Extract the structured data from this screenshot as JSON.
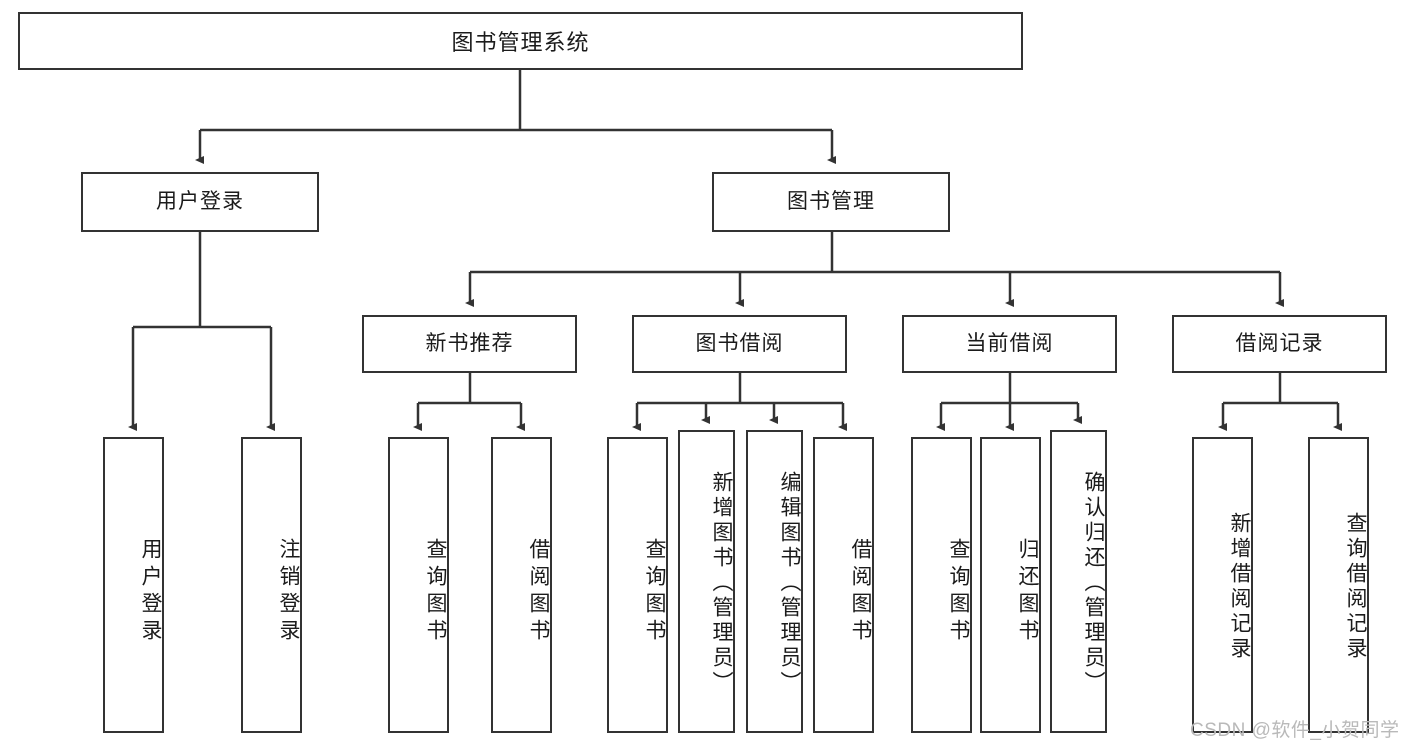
{
  "diagram": {
    "title": "图书管理系统",
    "background": "#ffffff",
    "stroke_color": "#333333",
    "text_color": "#1b1b1b"
  },
  "root": {
    "label": "图书管理系统"
  },
  "level2": {
    "user_login": "用户登录",
    "book_manage": "图书管理"
  },
  "level3": {
    "new_book_rec": "新书推荐",
    "book_borrow": "图书借阅",
    "current_borrow": "当前借阅",
    "borrow_record": "借阅记录"
  },
  "leaves": {
    "user_login_1": "用户登录",
    "user_login_2": "注销登录",
    "new_book_1": "查询图书",
    "new_book_2": "借阅图书",
    "borrow_1": "查询图书",
    "borrow_2": "新增图书（管理员）",
    "borrow_3": "编辑图书（管理员）",
    "borrow_4": "借阅图书",
    "current_1": "查询图书",
    "current_2": "归还图书",
    "current_3": "确认归还（管理员）",
    "record_1": "新增借阅记录",
    "record_2": "查询借阅记录"
  },
  "watermark": {
    "text": "CSDN @软件_小贺同学",
    "color": "#b9b9b9"
  }
}
